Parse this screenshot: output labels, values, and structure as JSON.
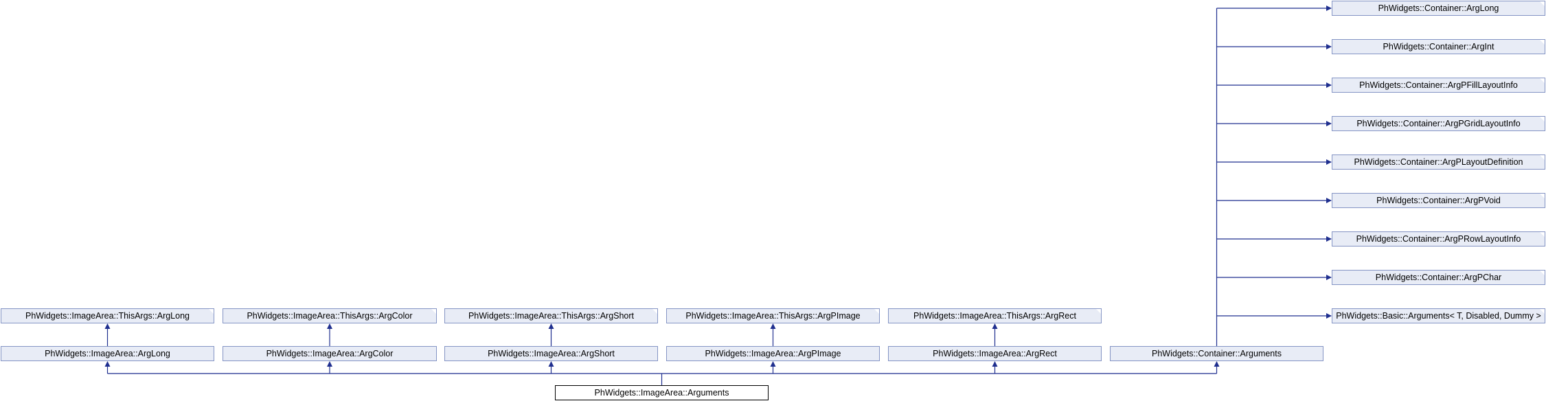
{
  "diagram": {
    "main": {
      "label": "PhWidgets::ImageArea::Arguments"
    },
    "direct_bases": [
      {
        "label": "PhWidgets::ImageArea::ArgLong"
      },
      {
        "label": "PhWidgets::ImageArea::ArgColor"
      },
      {
        "label": "PhWidgets::ImageArea::ArgShort"
      },
      {
        "label": "PhWidgets::ImageArea::ArgPImage"
      },
      {
        "label": "PhWidgets::ImageArea::ArgRect"
      },
      {
        "label": "PhWidgets::Container::Arguments"
      }
    ],
    "this_args": [
      {
        "label": "PhWidgets::ImageArea::ThisArgs::ArgLong"
      },
      {
        "label": "PhWidgets::ImageArea::ThisArgs::ArgColor"
      },
      {
        "label": "PhWidgets::ImageArea::ThisArgs::ArgShort"
      },
      {
        "label": "PhWidgets::ImageArea::ThisArgs::ArgPImage"
      },
      {
        "label": "PhWidgets::ImageArea::ThisArgs::ArgRect"
      }
    ],
    "container_bases": [
      {
        "label": "PhWidgets::Container::ArgLong"
      },
      {
        "label": "PhWidgets::Container::ArgInt"
      },
      {
        "label": "PhWidgets::Container::ArgPFillLayoutInfo"
      },
      {
        "label": "PhWidgets::Container::ArgPGridLayoutInfo"
      },
      {
        "label": "PhWidgets::Container::ArgPLayoutDefinition"
      },
      {
        "label": "PhWidgets::Container::ArgPVoid"
      },
      {
        "label": "PhWidgets::Container::ArgPRowLayoutInfo"
      },
      {
        "label": "PhWidgets::Container::ArgPChar"
      },
      {
        "label": "PhWidgets::Basic::Arguments< T, Disabled, Dummy >"
      }
    ],
    "colors": {
      "edge": "#1f2f8f",
      "node_fill": "#e8ecf6",
      "node_border": "#8494c4"
    }
  }
}
